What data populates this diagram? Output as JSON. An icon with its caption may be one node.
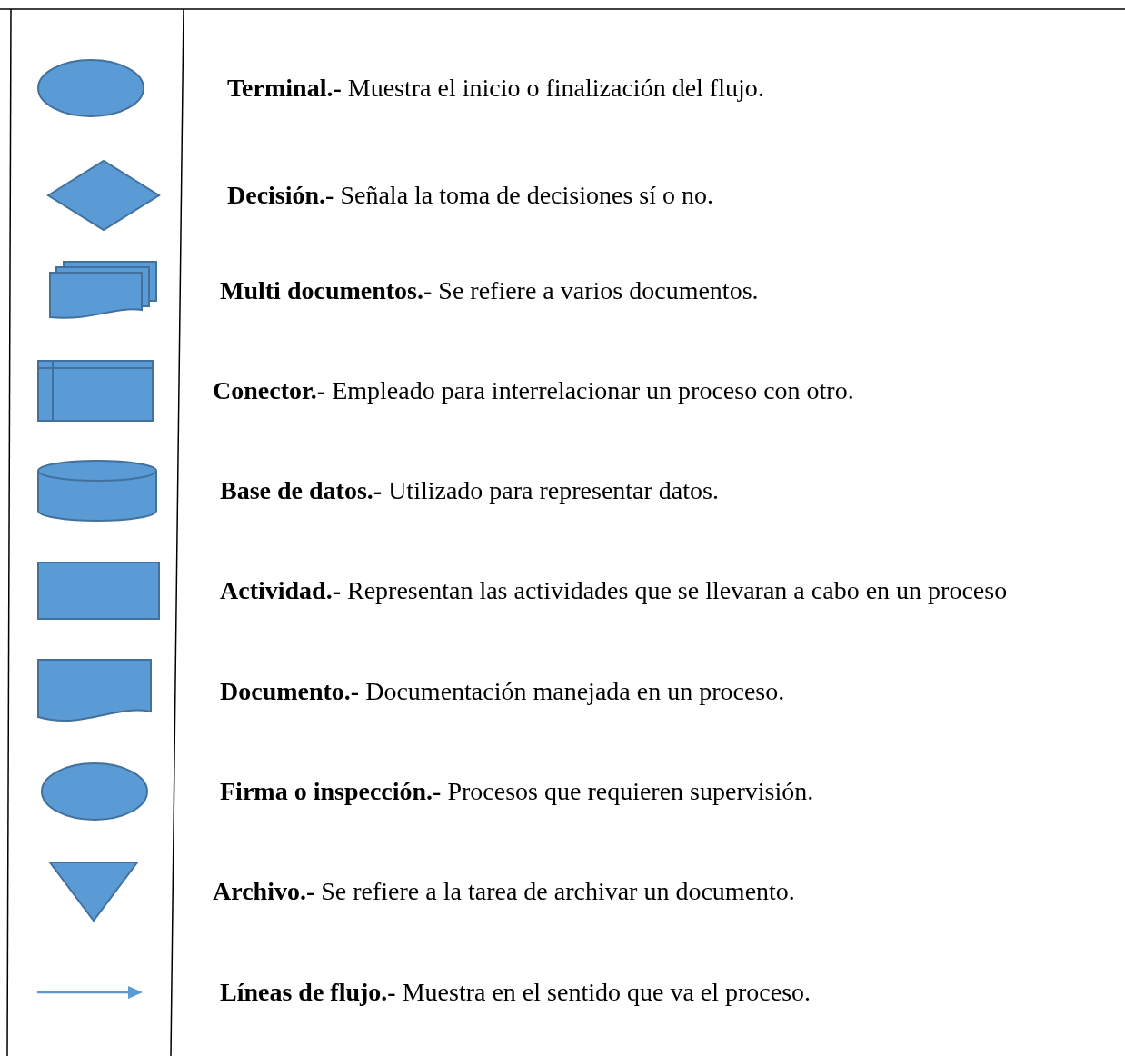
{
  "diagram": {
    "legend": [
      {
        "text": "**Terminal.-** Muestra el inicio o finalización del flujo."
      },
      {
        "text": "**Decisión.-** Señala la toma de decisiones sí o no."
      },
      {
        "text": "**Multi documentos.-** Se refiere a varios documentos."
      },
      {
        "text": "**Conector.-** Empleado para interrelacionar un proceso con otro."
      },
      {
        "text": "**Base de datos.-** Utilizado para representar datos."
      },
      {
        "text": "**Actividad.-** Representan las actividades que se llevaran a cabo en un proceso"
      },
      {
        "text": "**Documento.-** Documentación manejada en un proceso."
      },
      {
        "text": "**Firma o inspección.-** Procesos que requieren supervisión."
      },
      {
        "text": "**Archivo.-** Se refiere a la tarea de archivar un documento."
      },
      {
        "text": "**Líneas de flujo.-** Muestra en el sentido que va el proceso."
      }
    ]
  }
}
